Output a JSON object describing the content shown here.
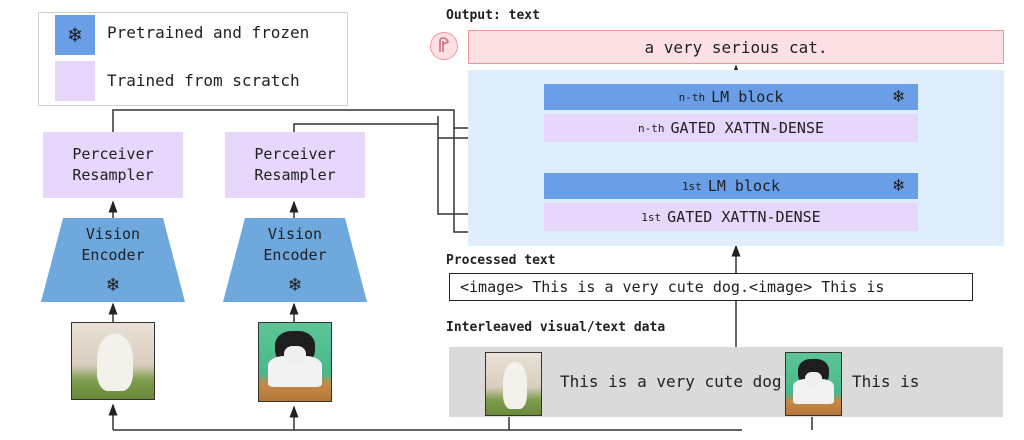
{
  "legend": {
    "items": [
      {
        "label": "Pretrained and frozen",
        "icon": "snowflake-icon",
        "color": "#6a9ee6"
      },
      {
        "label": "Trained from scratch",
        "icon": "",
        "color": "#e6d7fb"
      }
    ]
  },
  "vision_columns": [
    {
      "resampler": "Perceiver\nResampler",
      "encoder": "Vision\nEncoder",
      "image": "dog photo"
    },
    {
      "resampler": "Perceiver\nResampler",
      "encoder": "Vision\nEncoder",
      "image": "cat photo"
    }
  ],
  "output": {
    "label": "Output: text",
    "text": "a very serious cat.",
    "badge_icon": "flamingo-icon"
  },
  "lm_stack": {
    "top_block": {
      "prefix": "n-th",
      "name": "LM block"
    },
    "top_xattn": {
      "prefix": "n-th",
      "name": "GATED XATTN-DENSE"
    },
    "bottom_block": {
      "prefix": "1st",
      "name": "LM block"
    },
    "bottom_xattn": {
      "prefix": "1st",
      "name": "GATED XATTN-DENSE"
    },
    "frozen_icon": "❄"
  },
  "processed": {
    "label": "Processed text",
    "text": "<image> This is a very cute dog.<image> This is"
  },
  "interleaved": {
    "label": "Interleaved visual/text data",
    "segments": [
      "This is a very cute dog.",
      "This is"
    ]
  },
  "colors": {
    "frozen": "#6a9ee6",
    "scratch": "#e6d7fb",
    "output_bg": "#fde0e3",
    "output_border": "#f2949f",
    "lm_area": "#dfeefd",
    "strip": "#dadada"
  }
}
